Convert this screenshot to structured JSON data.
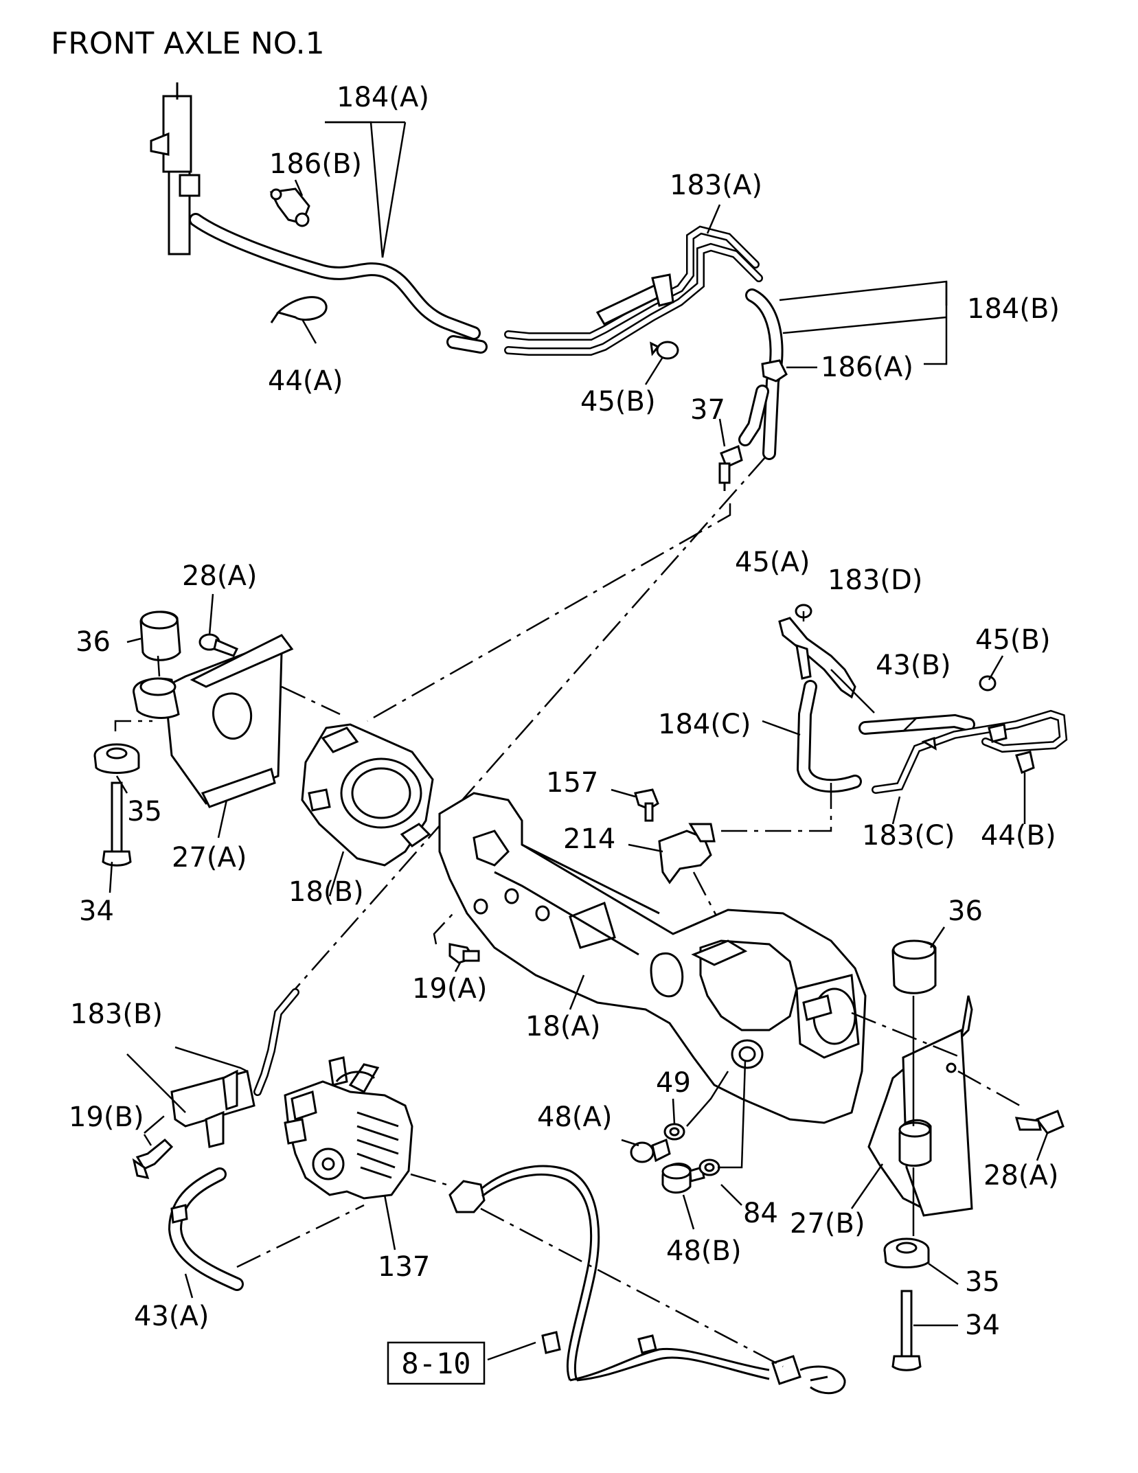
{
  "title": "FRONT AXLE NO.1",
  "reference_box": "8-10",
  "labels": {
    "l_184a": "184(A)",
    "l_186b": "186(B)",
    "l_183a": "183(A)",
    "l_184b": "184(B)",
    "l_186a": "186(A)",
    "l_44a": "44(A)",
    "l_45b_top": "45(B)",
    "l_37": "37",
    "l_45a": "45(A)",
    "l_183d": "183(D)",
    "l_45b_right": "45(B)",
    "l_43b": "43(B)",
    "l_184c": "184(C)",
    "l_157": "157",
    "l_214": "214",
    "l_183c": "183(C)",
    "l_44b": "44(B)",
    "l_28a_left": "28(A)",
    "l_36_left": "36",
    "l_35_left": "35",
    "l_27a": "27(A)",
    "l_34_left": "34",
    "l_18b": "18(B)",
    "l_36_right": "36",
    "l_19a": "19(A)",
    "l_18a": "18(A)",
    "l_183b": "183(B)",
    "l_19b": "19(B)",
    "l_49": "49",
    "l_48a": "48(A)",
    "l_84": "84",
    "l_48b": "48(B)",
    "l_28a_right": "28(A)",
    "l_27b": "27(B)",
    "l_35_right": "35",
    "l_34_right": "34",
    "l_137": "137",
    "l_43a": "43(A)"
  }
}
